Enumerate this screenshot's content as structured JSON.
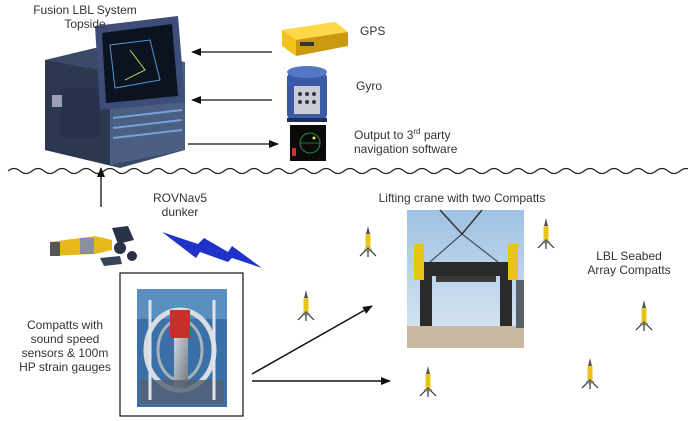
{
  "labels": {
    "topside_line1": "Fusion LBL System",
    "topside_line2": "Topside",
    "gps": "GPS",
    "gyro": "Gyro",
    "output_line1_pre": "Output to 3",
    "output_line1_sup": "rd",
    "output_line1_post": " party",
    "output_line2": "navigation software",
    "rovnav_line1": "ROVNav5",
    "rovnav_line2": "dunker",
    "crane": "Lifting crane with two Compatts",
    "seabed_line1": "LBL Seabed",
    "seabed_line2": "Array Compatts",
    "compatts_line1": "Compatts with",
    "compatts_line2": "sound speed",
    "compatts_line3": "sensors & 100m",
    "compatts_line4": "HP strain gauges"
  },
  "colors": {
    "gps_yellow": "#f2c21a",
    "gyro_blue": "#3a5aa8",
    "lightning_blue": "#1f33c8",
    "compatt_yellow": "#e8c418",
    "arrow": "#111111",
    "water_line": "#222222"
  },
  "icons": [
    "topside-computer-icon",
    "gps-unit-icon",
    "gyro-unit-icon",
    "nav-screen-icon",
    "rovnav-dunker-icon",
    "lightning-signal-icon",
    "compatt-transponder-icon",
    "crane-photo",
    "compatt-closeup-photo"
  ]
}
